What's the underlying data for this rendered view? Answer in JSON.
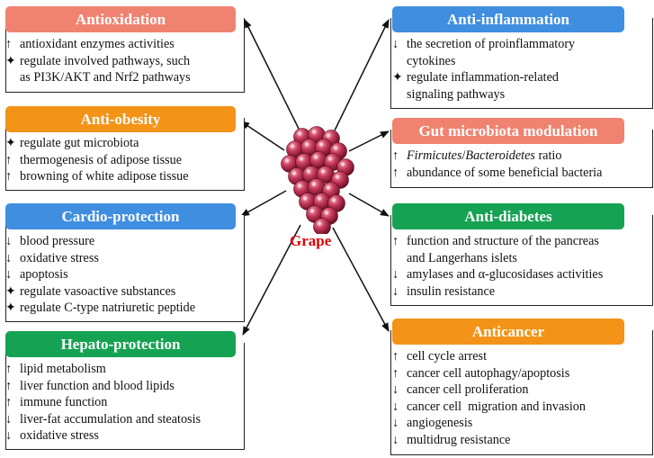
{
  "center": {
    "label": "Grape"
  },
  "colors": {
    "red": "#ef8370",
    "orange": "#f39318",
    "blue": "#3f8ee0",
    "green": "#16a253"
  },
  "left": [
    {
      "id": "antioxidation",
      "title": "Antioxidation",
      "color": "red",
      "items": [
        {
          "sym": "↑",
          "text": "antioxidant enzymes activities"
        },
        {
          "sym": "✦",
          "text": "regulate involved pathways, such"
        },
        {
          "sym": "",
          "text": "as PI3K/AKT and Nrf2 pathways"
        }
      ]
    },
    {
      "id": "anti-obesity",
      "title": "Anti-obesity",
      "color": "orange",
      "items": [
        {
          "sym": "✦",
          "text": "regulate gut microbiota"
        },
        {
          "sym": "↑",
          "text": "thermogenesis of adipose tissue"
        },
        {
          "sym": "↑",
          "text": "browning of white adipose tissue"
        }
      ]
    },
    {
      "id": "cardio-protection",
      "title": "Cardio-protection",
      "color": "blue",
      "items": [
        {
          "sym": "↓",
          "text": "blood pressure"
        },
        {
          "sym": "↓",
          "text": "oxidative stress"
        },
        {
          "sym": "↓",
          "text": "apoptosis"
        },
        {
          "sym": "✦",
          "text": "regulate vasoactive substances"
        },
        {
          "sym": "✦",
          "text": "regulate C-type natriuretic peptide"
        }
      ]
    },
    {
      "id": "hepato-protection",
      "title": "Hepato-protection",
      "color": "green",
      "items": [
        {
          "sym": "↑",
          "text": "lipid metabolism"
        },
        {
          "sym": "↑",
          "text": "liver function and blood lipids"
        },
        {
          "sym": "↑",
          "text": "immune function"
        },
        {
          "sym": "↓",
          "text": "liver-fat accumulation and steatosis"
        },
        {
          "sym": "↓",
          "text": "oxidative stress"
        }
      ]
    }
  ],
  "right": [
    {
      "id": "anti-inflammation",
      "title": "Anti-inflammation",
      "color": "blue",
      "items": [
        {
          "sym": "↓",
          "text": "the secretion of proinflammatory"
        },
        {
          "sym": "",
          "text": "cytokines"
        },
        {
          "sym": "✦",
          "text": "regulate inflammation-related"
        },
        {
          "sym": "",
          "text": "signaling pathways"
        }
      ]
    },
    {
      "id": "gut-microbiota",
      "title": "Gut microbiota modulation",
      "color": "red",
      "items": [
        {
          "sym": "↑",
          "text": "",
          "italic1": "Firmicutes",
          "sep": "/",
          "italic2": "Bacteroidetes",
          "rest": " ratio"
        },
        {
          "sym": "↑",
          "text": "abundance of some beneficial bacteria"
        }
      ]
    },
    {
      "id": "anti-diabetes",
      "title": "Anti-diabetes",
      "color": "green",
      "items": [
        {
          "sym": "↑",
          "text": "function and structure of the pancreas"
        },
        {
          "sym": "",
          "text": "and Langerhans islets"
        },
        {
          "sym": "↓",
          "text": "amylases and α-glucosidases activities"
        },
        {
          "sym": "↓",
          "text": "insulin resistance"
        }
      ]
    },
    {
      "id": "anticancer",
      "title": "Anticancer",
      "color": "orange",
      "items": [
        {
          "sym": "↑",
          "text": "cell cycle arrest"
        },
        {
          "sym": "↑",
          "text": "cancer cell autophagy/apoptosis"
        },
        {
          "sym": "↓",
          "text": "cancer cell proliferation"
        },
        {
          "sym": "↓",
          "text": "cancer cell  migration and invasion"
        },
        {
          "sym": "↓",
          "text": "angiogenesis"
        },
        {
          "sym": "↓",
          "text": "multidrug resistance"
        }
      ]
    }
  ]
}
